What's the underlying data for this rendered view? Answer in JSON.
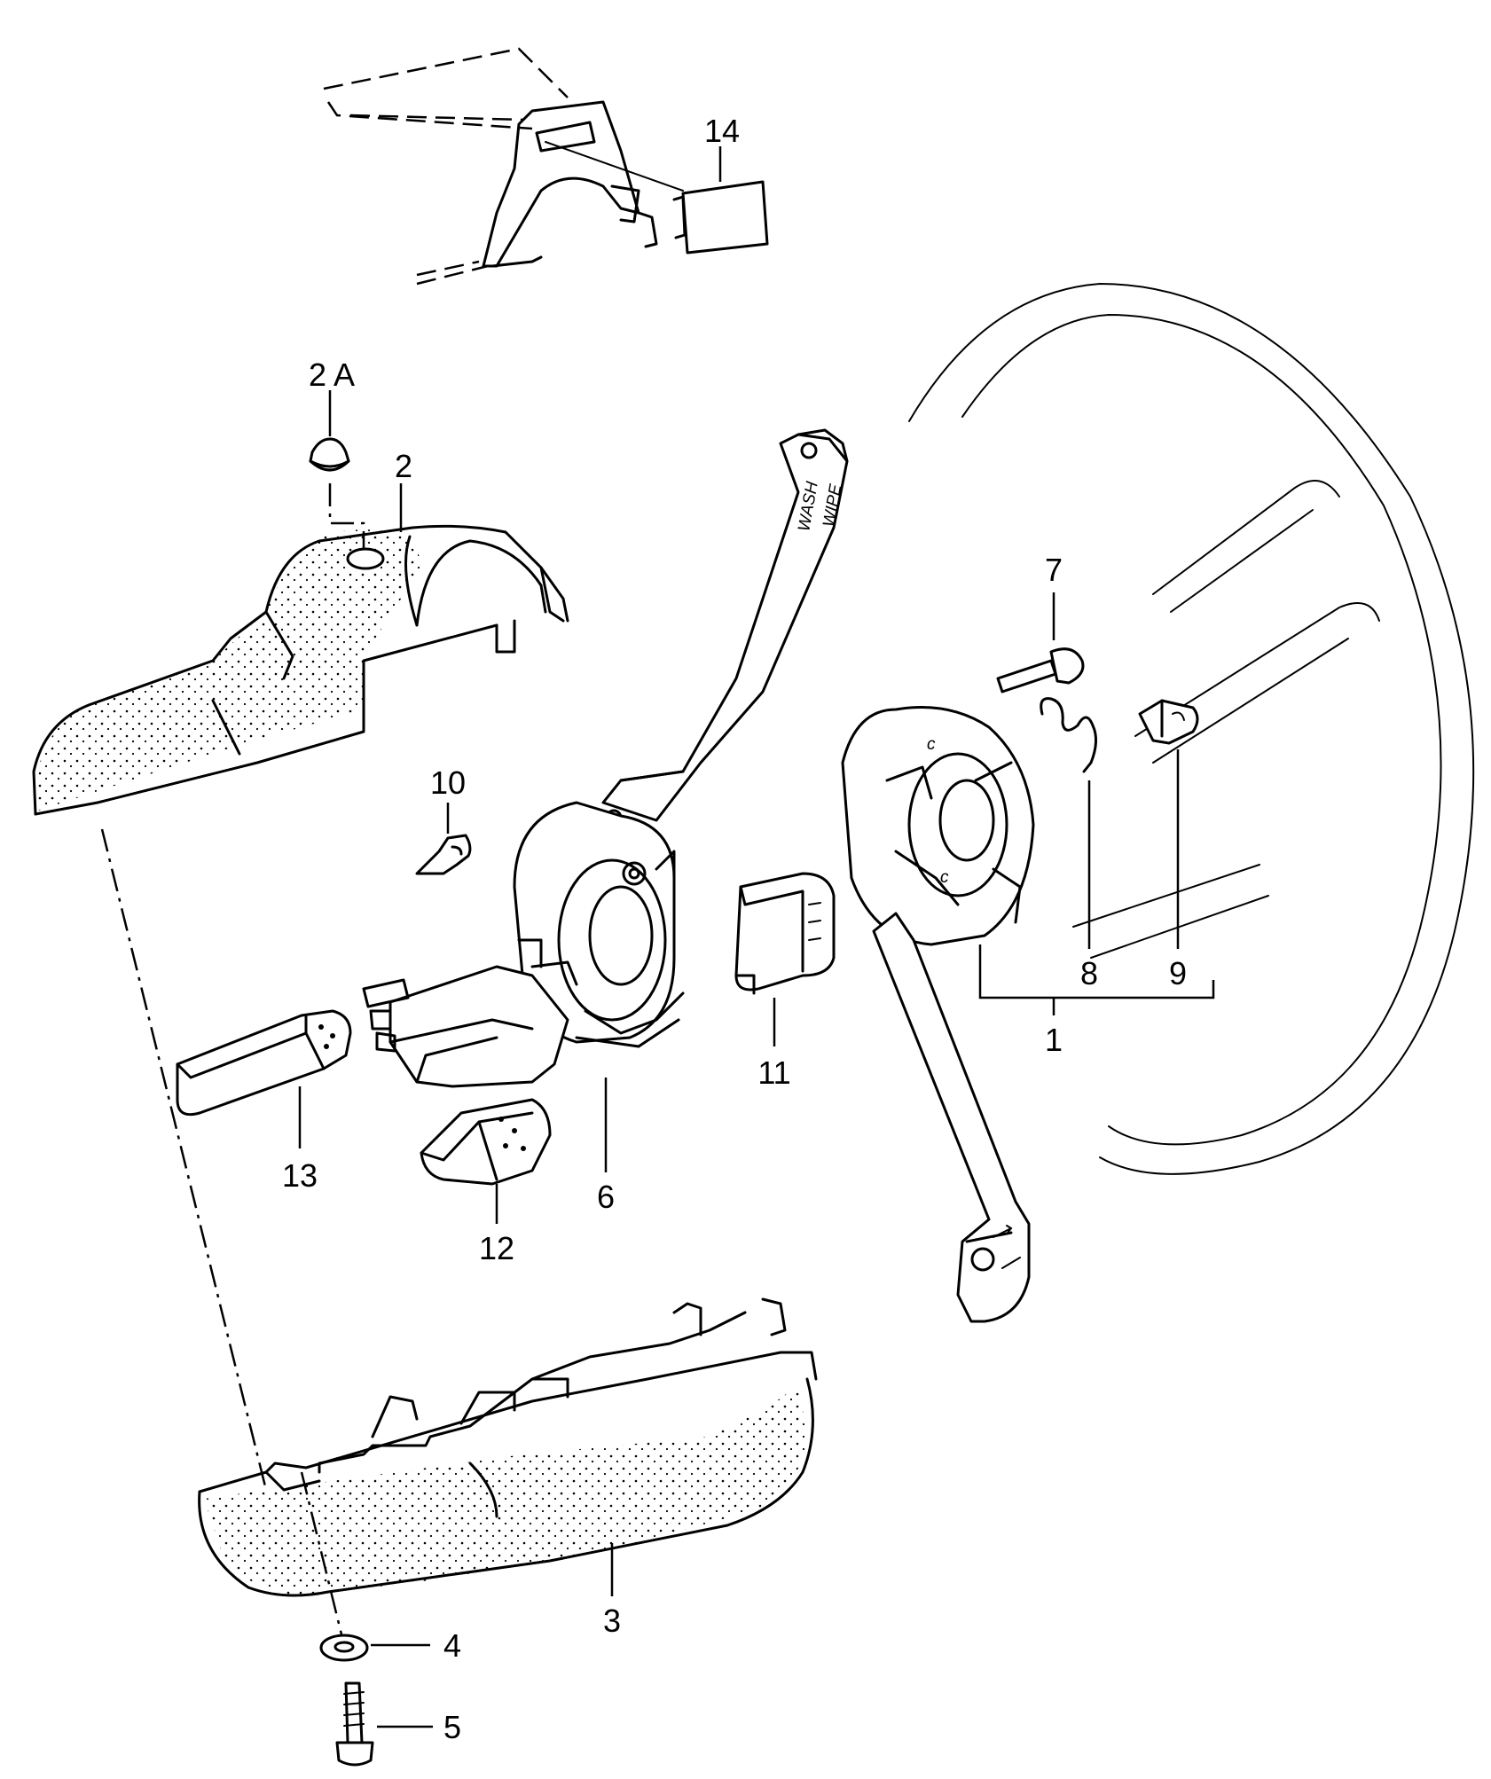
{
  "callouts": {
    "c1": "1",
    "c2": "2",
    "c2a": "2 A",
    "c3": "3",
    "c4": "4",
    "c5": "5",
    "c6": "6",
    "c7": "7",
    "c8": "8",
    "c9": "9",
    "c10": "10",
    "c11": "11",
    "c12": "12",
    "c13": "13",
    "c14": "14"
  },
  "lever_text": {
    "wash": "WASH",
    "wipe": "WIPE"
  }
}
